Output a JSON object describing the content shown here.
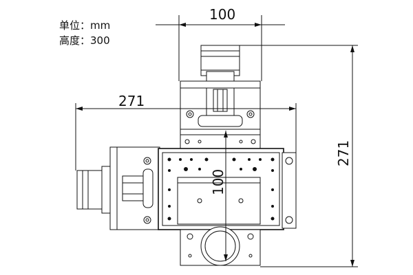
{
  "specs": {
    "unit_label": "单位：mm",
    "height_label": "高度：300"
  },
  "dimensions": {
    "top_width": "100",
    "left_width": "271",
    "right_height": "271",
    "center_travel": "100"
  },
  "colors": {
    "line": "#111111",
    "plate": "#ffffff",
    "shade": "#d9d9d9",
    "dark": "#555555"
  }
}
